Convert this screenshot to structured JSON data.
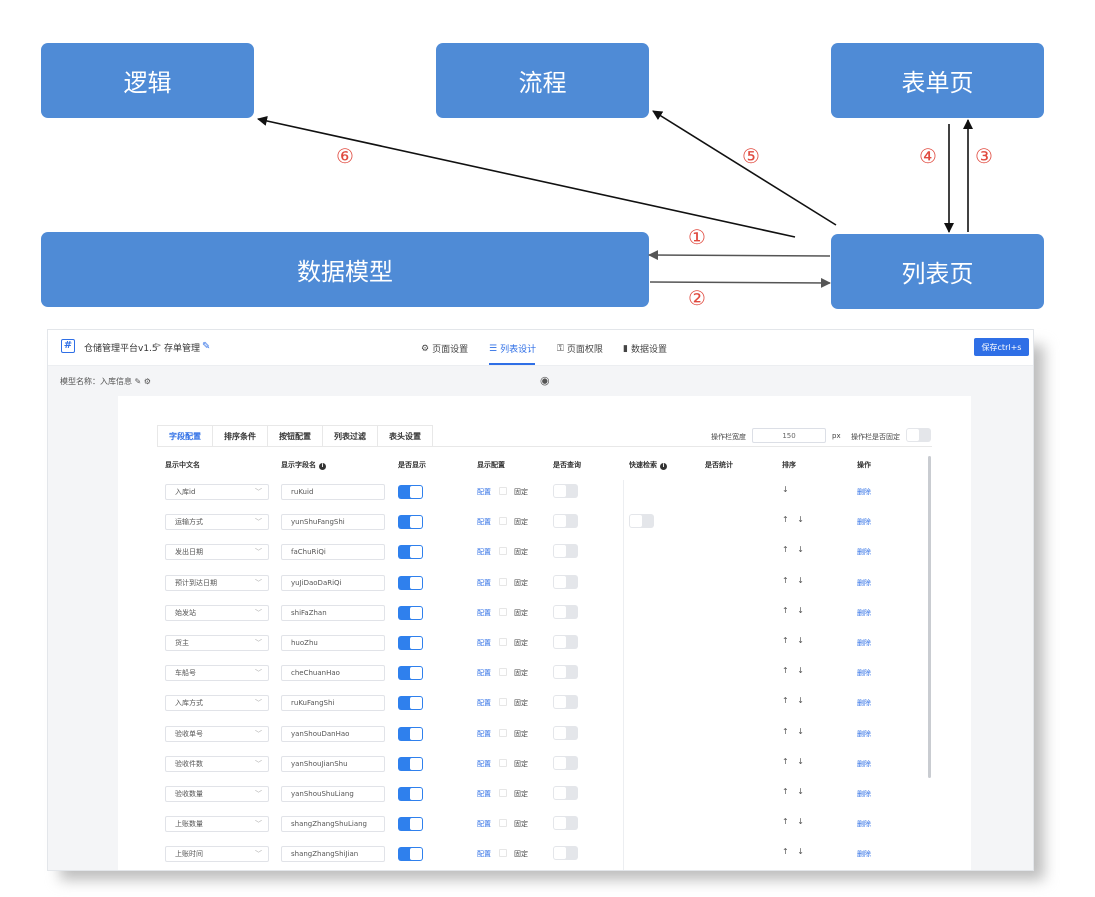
{
  "diagram": {
    "nodes": {
      "logic": "逻辑",
      "flow": "流程",
      "form_page": "表单页",
      "data_model": "数据模型",
      "list_page": "列表页"
    },
    "edge_labels": [
      "①",
      "②",
      "③",
      "④",
      "⑤",
      "⑥"
    ],
    "colors": {
      "node": "#4f8bd6",
      "label": "#e04a3f"
    }
  },
  "app": {
    "breadcrumb": {
      "platform": "仓储管理平台v1.5",
      "separator": ">",
      "page": "存单管理"
    },
    "nav_tabs": [
      {
        "label": "页面设置",
        "icon": "gear-icon"
      },
      {
        "label": "列表设计",
        "icon": "list-icon"
      },
      {
        "label": "页面权限",
        "icon": "lock-icon"
      },
      {
        "label": "数据设置",
        "icon": "bar-chart-icon"
      }
    ],
    "active_nav": "列表设计",
    "save_label": "保存ctrl+s",
    "model_label": "模型名称：入库信息",
    "accent": "#2f6fe6"
  },
  "config": {
    "tabs": [
      "字段配置",
      "排序条件",
      "按钮配置",
      "列表过滤",
      "表头设置"
    ],
    "op_width_label": "操作栏宽度",
    "op_width_value": "150",
    "op_width_unit": "px",
    "op_fixed_label": "操作栏是否固定",
    "columns": [
      "显示中文名",
      "显示字段名",
      "是否显示",
      "显示配置",
      "是否查询",
      "快速检索",
      "是否统计",
      "排序",
      "操作"
    ],
    "config_link": "配置",
    "fixed_label": "固定",
    "delete_label": "删除",
    "rows": [
      {
        "cn": "入库id",
        "field": "ruKuid",
        "sort": "↓",
        "quick": false
      },
      {
        "cn": "运输方式",
        "field": "yunShuFangShi",
        "sort": "↑ ↓",
        "quick": true
      },
      {
        "cn": "发出日期",
        "field": "faChuRiQi",
        "sort": "↑ ↓",
        "quick": false
      },
      {
        "cn": "预计到达日期",
        "field": "yuJiDaoDaRiQi",
        "sort": "↑ ↓",
        "quick": false
      },
      {
        "cn": "始发站",
        "field": "shiFaZhan",
        "sort": "↑ ↓",
        "quick": false
      },
      {
        "cn": "货主",
        "field": "huoZhu",
        "sort": "↑ ↓",
        "quick": false
      },
      {
        "cn": "车船号",
        "field": "cheChuanHao",
        "sort": "↑ ↓",
        "quick": false
      },
      {
        "cn": "入库方式",
        "field": "ruKuFangShi",
        "sort": "↑ ↓",
        "quick": false
      },
      {
        "cn": "验收单号",
        "field": "yanShouDanHao",
        "sort": "↑ ↓",
        "quick": false
      },
      {
        "cn": "验收件数",
        "field": "yanShouJianShu",
        "sort": "↑ ↓",
        "quick": false
      },
      {
        "cn": "验收数量",
        "field": "yanShouShuLiang",
        "sort": "↑ ↓",
        "quick": false
      },
      {
        "cn": "上账数量",
        "field": "shangZhangShuLiang",
        "sort": "↑ ↓",
        "quick": false
      },
      {
        "cn": "上账时间",
        "field": "shangZhangShiJian",
        "sort": "↑ ↓",
        "quick": false
      }
    ]
  }
}
